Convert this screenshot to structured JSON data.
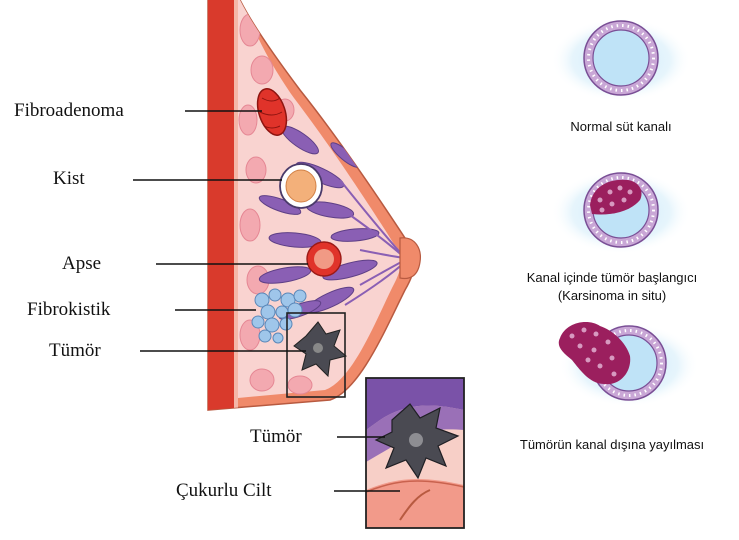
{
  "anatomy_labels": {
    "fibroadenoma": "Fibroadenoma",
    "kist": "Kist",
    "apse": "Apse",
    "fibrokistik": "Fibrokistik",
    "tumor": "Tümör"
  },
  "inset_labels": {
    "tumor": "Tümör",
    "cukurlu_cilt": "Çukurlu Cilt"
  },
  "duct_stages": [
    {
      "caption": "Normal süt kanalı"
    },
    {
      "caption": "Kanal içinde tümör başlangıcı",
      "caption_sub": "(Karsinoma in situ)"
    },
    {
      "caption": "Tümörün kanal dışına yayılması"
    }
  ],
  "colors": {
    "skin": "#f08a6a",
    "muscle": "#d93a2c",
    "lobule": "#8a5fb4",
    "fat": "#f7c8c8",
    "duct_ring": "#c9a7d6",
    "tumor_cells": "#9b1f5e",
    "tumor_gray": "#4a4a52",
    "cyst_blue": "#9fc6ea"
  }
}
